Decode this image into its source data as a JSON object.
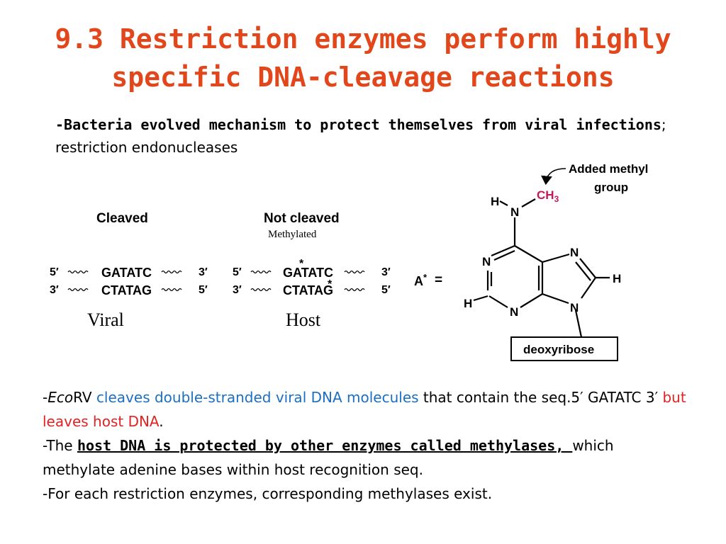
{
  "title": "9.3 Restriction enzymes perform highly specific DNA-cleavage reactions",
  "intro": {
    "bold": "-Bacteria evolved mechanism to protect themselves from viral infections",
    "rest": "; restriction endonucleases"
  },
  "dna": {
    "cleaved_heading": "Cleaved",
    "not_cleaved_heading": "Not cleaved",
    "methylated_label": "Methylated",
    "viral_label": "Viral",
    "host_label": "Host",
    "five_prime": "5′",
    "three_prime": "3′",
    "top_seq": "GATATC",
    "bottom_seq": "CTATAG",
    "host_top_a": "G",
    "host_top_b": "A",
    "host_top_c": "TATC",
    "host_bot_a": "CTATA",
    "host_bot_b": "G",
    "star": "*",
    "a_star": "A",
    "equals": "="
  },
  "adenine": {
    "callout": "Added methyl group",
    "callout_line1": "Added methyl",
    "callout_line2": "group",
    "ch3": "CH",
    "ch3_sub": "3",
    "h": "H",
    "n": "N",
    "sugar": "deoxyribose"
  },
  "body": {
    "p1_dash": "-",
    "p1_eco": "Eco",
    "p1_rv": "RV ",
    "p1_blue": "cleaves double-stranded viral DNA molecules",
    "p1_mid": " that contain the seq.5′ GATATC 3′ ",
    "p1_red": "but leaves host DNA",
    "p1_end": ".",
    "p2_start": "-The ",
    "p2_ul": "host DNA is protected by other enzymes called methylases, ",
    "p2_rest": "which methylate adenine bases within host recognition seq.",
    "p3": "-For each restriction enzymes, corresponding methylases exist."
  },
  "colors": {
    "title": "#e2471b",
    "blue_text": "#1b6fc2",
    "red_text": "#e22222",
    "methyl": "#c2185b"
  }
}
